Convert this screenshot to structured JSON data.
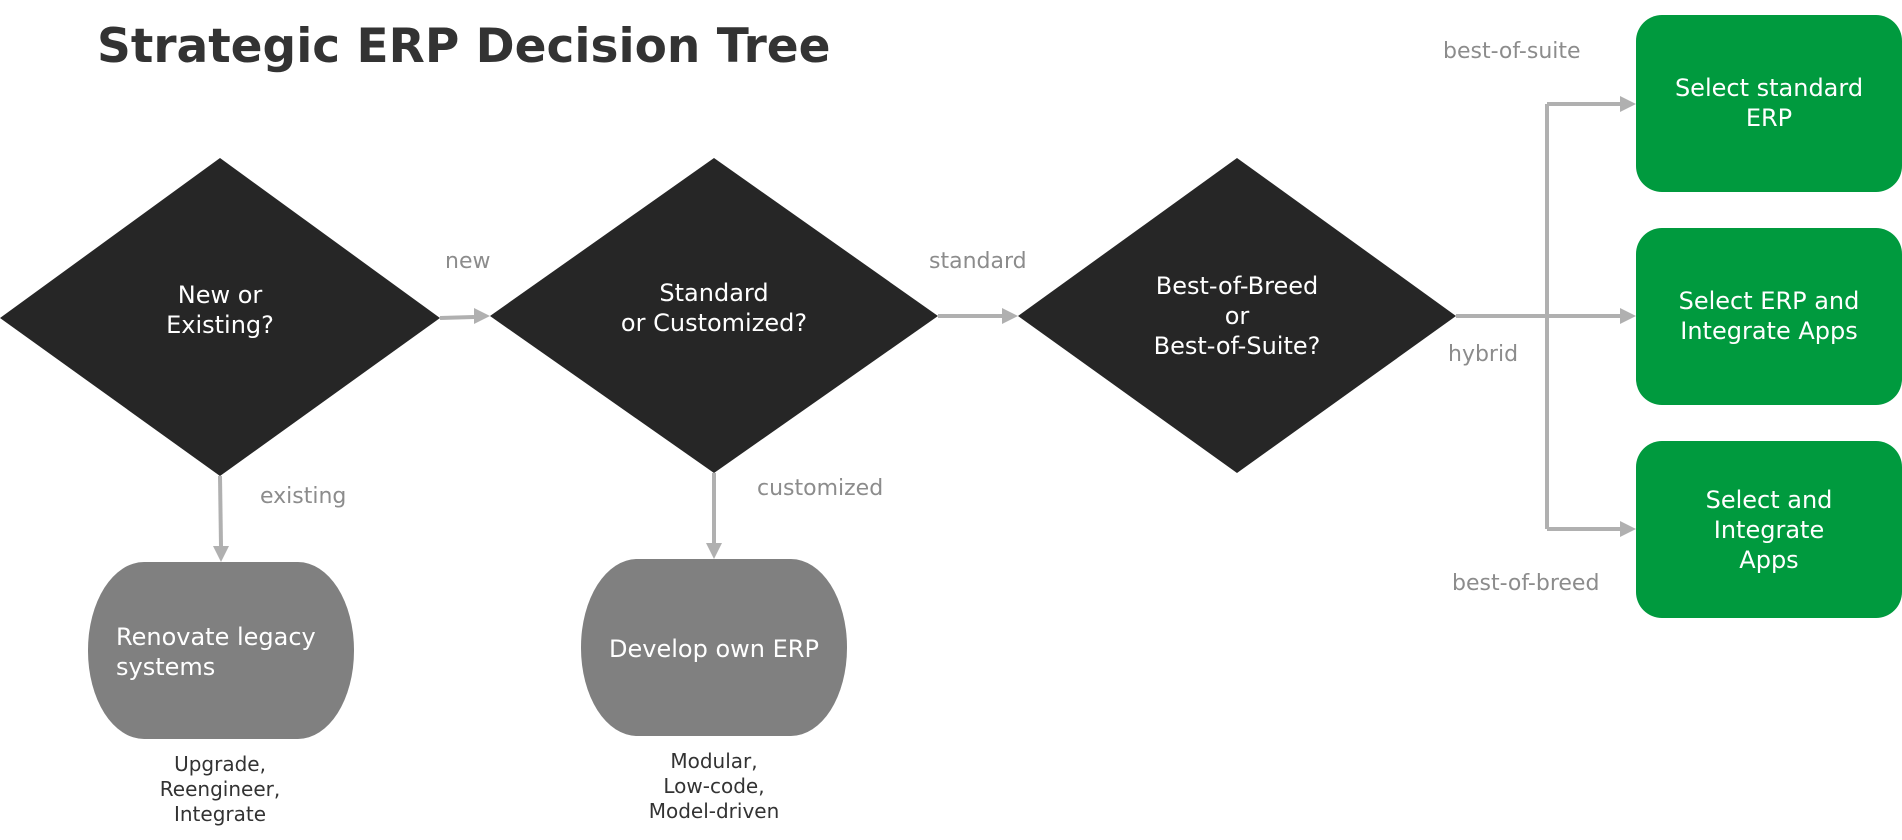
{
  "title": "Strategic ERP Decision Tree",
  "colors": {
    "decision": "#262626",
    "process": "#808080",
    "outcome": "#009a3e",
    "edge": "#b0b0b0",
    "edge_label": "#8c8c8c",
    "title": "#333333",
    "note": "#333333"
  },
  "decisions": {
    "new_or_existing": [
      "New or",
      "Existing?"
    ],
    "standard_or_customized": [
      "Standard",
      "or Customized?"
    ],
    "breed_or_suite": [
      "Best-of-Breed",
      "or",
      "Best-of-Suite?"
    ]
  },
  "processes": {
    "renovate": [
      "Renovate legacy",
      "systems"
    ],
    "develop": [
      "Develop own ERP"
    ]
  },
  "notes": {
    "renovate": [
      "Upgrade,",
      "Reengineer,",
      "Integrate"
    ],
    "develop": [
      "Modular,",
      "Low-code,",
      "Model-driven"
    ]
  },
  "outcomes": {
    "standard_erp": [
      "Select standard",
      "ERP"
    ],
    "erp_integrate": [
      "Select ERP and",
      "Integrate Apps"
    ],
    "integrate_apps": [
      "Select and",
      "Integrate",
      "Apps"
    ]
  },
  "edge_labels": {
    "new": "new",
    "existing": "existing",
    "standard": "standard",
    "customized": "customized",
    "best_of_suite": "best-of-suite",
    "hybrid": "hybrid",
    "best_of_breed": "best-of-breed"
  }
}
